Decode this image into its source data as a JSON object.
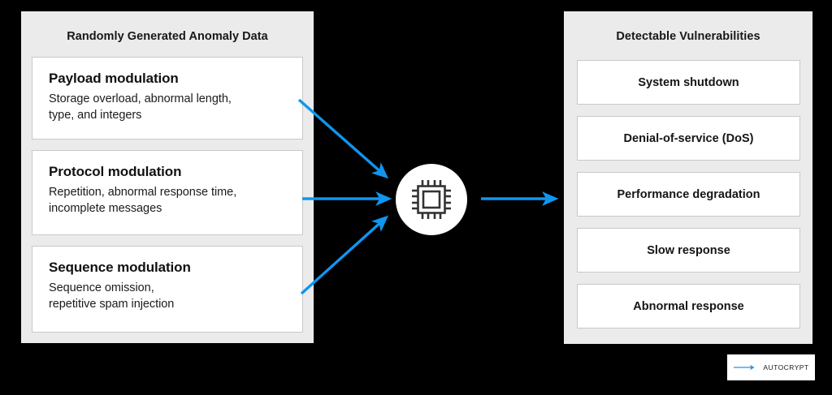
{
  "canvas": {
    "background_color": "#000000",
    "panel_background_color": "#ebebeb",
    "card_background_color": "#ffffff",
    "card_border_color": "#c9c9c9",
    "accent_color": "#0f96f0",
    "text_color": "#111111"
  },
  "left_panel": {
    "title": "Randomly Generated Anomaly Data",
    "cards": [
      {
        "heading": "Payload modulation",
        "description": "Storage overload, abnormal length,\ntype, and integers"
      },
      {
        "heading": "Protocol modulation",
        "description": "Repetition, abnormal response time,\nincomplete messages"
      },
      {
        "heading": "Sequence modulation",
        "description": "Sequence omission,\nrepetitive spam injection"
      }
    ]
  },
  "center": {
    "icon": "microchip-icon"
  },
  "right_panel": {
    "title": "Detectable Vulnerabilities",
    "cards": [
      {
        "label": "System shutdown"
      },
      {
        "label": "Denial-of-service (DoS)"
      },
      {
        "label": "Performance degradation"
      },
      {
        "label": "Slow response"
      },
      {
        "label": "Abnormal response"
      }
    ]
  },
  "connectors": [
    {
      "from": "Payload modulation",
      "to": "microchip",
      "color": "#0f96f0"
    },
    {
      "from": "Protocol modulation",
      "to": "microchip",
      "color": "#0f96f0"
    },
    {
      "from": "Sequence modulation",
      "to": "microchip",
      "color": "#0f96f0"
    },
    {
      "from": "microchip",
      "to": "Detectable Vulnerabilities",
      "color": "#0f96f0"
    }
  ],
  "logo": {
    "text": "AUTOCRYPT",
    "icon": "arrow-right-icon",
    "icon_color": "#2f8fe0"
  }
}
